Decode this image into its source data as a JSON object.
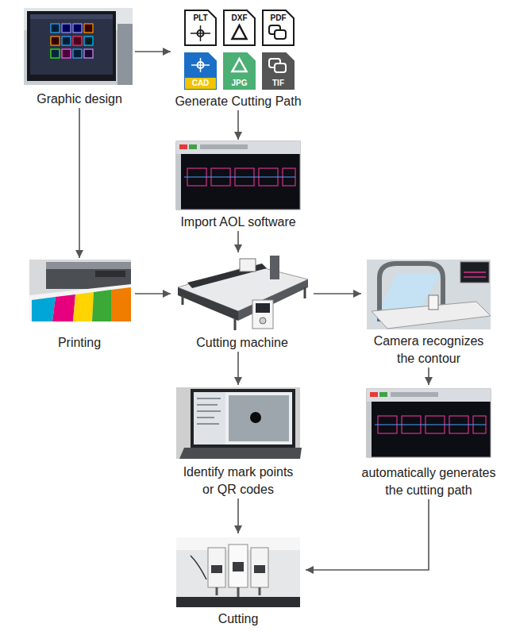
{
  "diagram": {
    "nodes": [
      {
        "text": [
          "Graphic design"
        ]
      },
      {
        "text": [
          "Generate Cutting Path"
        ]
      },
      {
        "text": [
          "Import AOL software"
        ]
      },
      {
        "text": [
          "Printing"
        ]
      },
      {
        "text": [
          "Cutting machine"
        ]
      },
      {
        "text": [
          "Camera recognizes the contour"
        ]
      },
      {
        "text": [
          "Identify mark points or QR codes"
        ]
      },
      {
        "text": [
          "automatically generates the cutting path"
        ]
      },
      {
        "text": [
          "Cutting"
        ]
      }
    ],
    "edges": [
      {
        "from": 0,
        "to": 1,
        "arrow": "to"
      },
      {
        "from": 1,
        "to": 2,
        "arrow": "to"
      },
      {
        "from": 0,
        "to": 3,
        "arrow": "to"
      },
      {
        "from": 2,
        "to": 4,
        "arrow": "to"
      },
      {
        "from": 3,
        "to": 4,
        "arrow": "to"
      },
      {
        "from": 4,
        "to": 5,
        "arrow": "to"
      },
      {
        "from": 4,
        "to": 6,
        "arrow": "to"
      },
      {
        "from": 5,
        "to": 7,
        "arrow": "to"
      },
      {
        "from": 6,
        "to": 8,
        "arrow": "to"
      },
      {
        "from": 7,
        "to": 8,
        "arrow": "to"
      }
    ],
    "labels": [
      "PLT",
      "DXF",
      "PDF",
      "CAD",
      "JPG",
      "TIF"
    ]
  }
}
